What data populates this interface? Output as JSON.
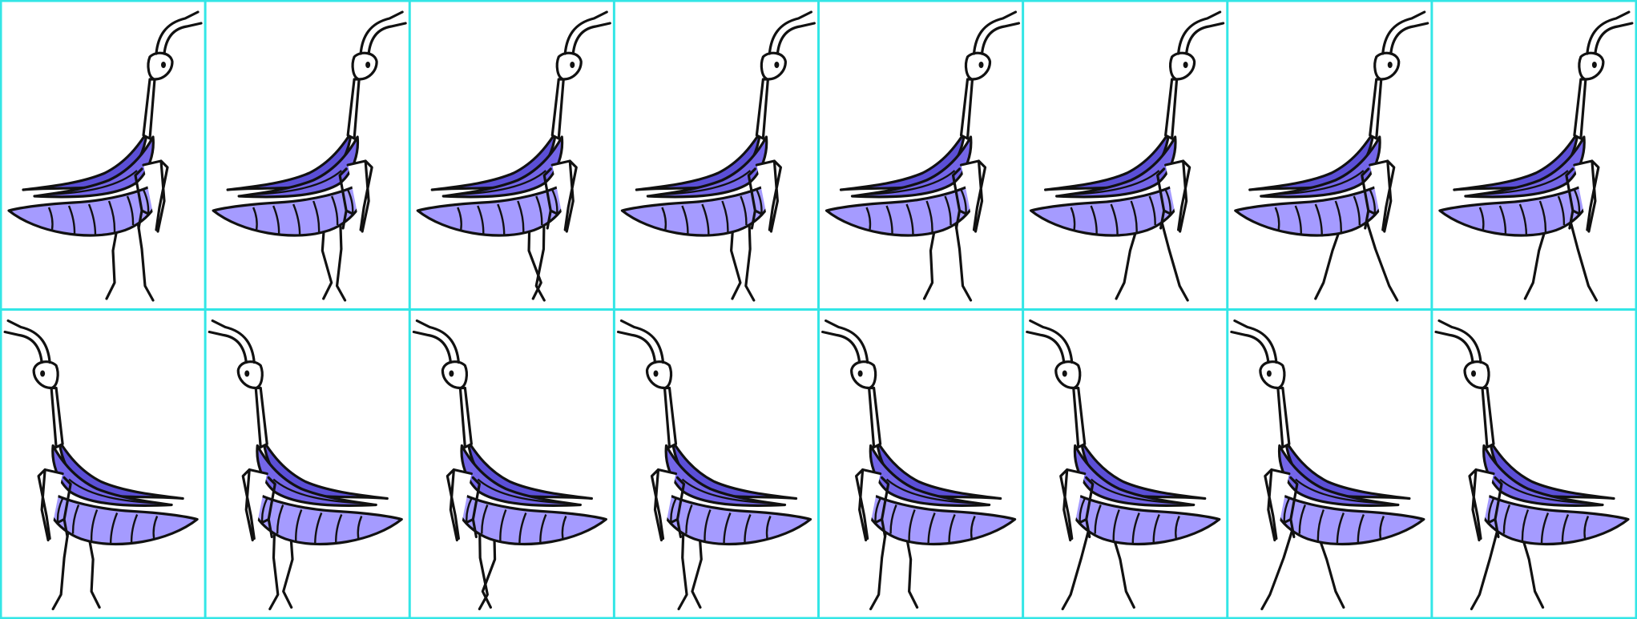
{
  "sprite_sheet": {
    "rows": 2,
    "columns": 8,
    "frame_count": 16,
    "subject": "mantis-walk-cycle",
    "colors": {
      "grid_line": "#33e6e6",
      "background": "#ffffff",
      "outline": "#111111",
      "wing_dark": "#5b4fd6",
      "wing_mid": "#7466e8",
      "abdomen_light": "#a59bff",
      "body_white": "#ffffff"
    },
    "row_facing": [
      "right",
      "left"
    ],
    "leg_phase": [
      0,
      0.125,
      0.25,
      0.375,
      0.5,
      0.625,
      0.75,
      0.875
    ]
  }
}
